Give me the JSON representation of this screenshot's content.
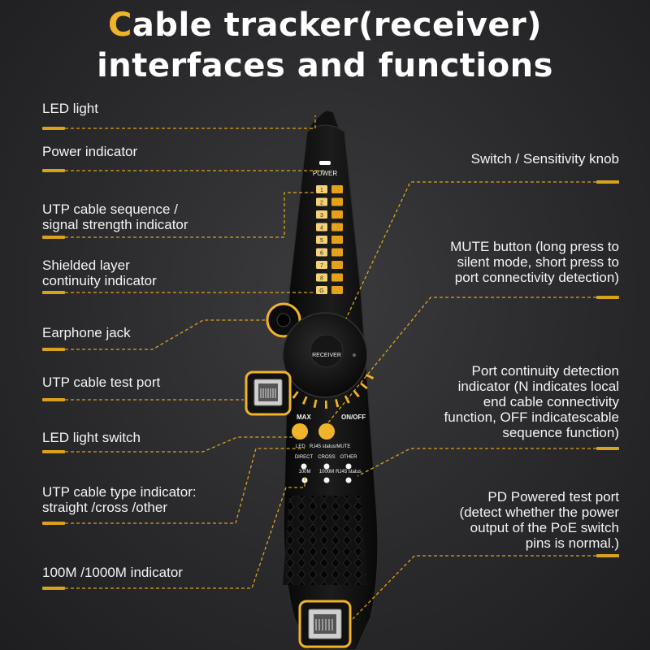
{
  "title": {
    "accent_letter": "C",
    "line1_rest": "able tracker(receiver)",
    "line2": "interfaces and functions"
  },
  "left_labels": [
    {
      "id": "led-light",
      "lines": [
        "LED light"
      ]
    },
    {
      "id": "power-indicator",
      "lines": [
        "Power indicator"
      ]
    },
    {
      "id": "utp-sequence",
      "lines": [
        "UTP cable sequence /",
        "signal strength indicator"
      ]
    },
    {
      "id": "shielded",
      "lines": [
        "Shielded layer",
        "continuity indicator"
      ]
    },
    {
      "id": "earphone",
      "lines": [
        "Earphone jack"
      ]
    },
    {
      "id": "utp-test-port",
      "lines": [
        "UTP cable test port"
      ]
    },
    {
      "id": "led-switch",
      "lines": [
        "LED light switch"
      ]
    },
    {
      "id": "utp-type",
      "lines": [
        "UTP cable type indicator:",
        "straight /cross /other"
      ]
    },
    {
      "id": "speed",
      "lines": [
        "100M /1000M indicator"
      ]
    }
  ],
  "right_labels": [
    {
      "id": "knob",
      "lines": [
        "Switch / Sensitivity knob"
      ]
    },
    {
      "id": "mute",
      "lines": [
        "MUTE button (long press to",
        "silent mode, short press to",
        "port connectivity detection)"
      ]
    },
    {
      "id": "port-continuity",
      "lines": [
        "Port continuity detection",
        "indicator (N indicates local",
        "end cable connectivity",
        "function, OFF indicatescable",
        "sequence function)"
      ]
    },
    {
      "id": "pd-port",
      "lines": [
        "PD Powered test port",
        "(detect whether the power",
        "output of the PoE switch",
        "pins is normal.)"
      ]
    }
  ],
  "device": {
    "power_label": "POWER",
    "leds": [
      "1",
      "2",
      "3",
      "4",
      "5",
      "6",
      "7",
      "8",
      "G"
    ],
    "knob_label": "RECEIVER",
    "max_label": "MAX",
    "onoff_label": "ON/OFF",
    "led_btn_label": "LED",
    "rj45_btn_label": "RJ45 status/MUTE",
    "type_labels": [
      "DIRECT",
      "CROSS",
      "OTHER"
    ],
    "speed_labels": [
      "100M",
      "1000M",
      "RJ45 status"
    ]
  },
  "colors": {
    "accent": "#f0b42a",
    "bar": "#d9a21e",
    "device": "#141414"
  }
}
